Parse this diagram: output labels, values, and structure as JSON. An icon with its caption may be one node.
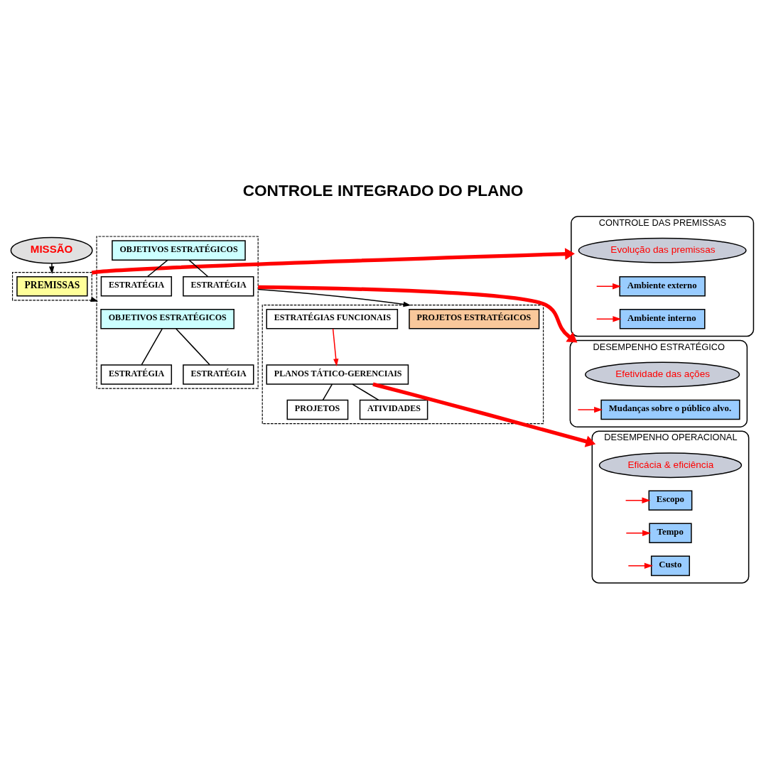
{
  "diagram": {
    "title": "CONTROLE INTEGRADO DO PLANO",
    "nodes": [
      {
        "text": [
          "MISSÃO"
        ]
      },
      {
        "text": [],
        "shape": "box"
      },
      {
        "text": [
          "PREMISSAS"
        ],
        "in": 1
      },
      {
        "text": [],
        "shape": "box"
      },
      {
        "text": [
          "OBJETIVOS ESTRATÉGICOS"
        ],
        "in": 3
      },
      {
        "text": [
          "ESTRATÉGIA"
        ],
        "in": 3
      },
      {
        "text": [
          "ESTRATÉGIA"
        ],
        "in": 3
      },
      {
        "text": [
          "OBJETIVOS ESTRATÉGICOS"
        ],
        "in": 3
      },
      {
        "text": [
          "ESTRATÉGIA"
        ],
        "in": 3
      },
      {
        "text": [
          "ESTRATÉGIA"
        ],
        "in": 3
      },
      {
        "text": [],
        "shape": "box"
      },
      {
        "text": [
          "PROJETOS ESTRATÉGICOS"
        ],
        "in": 10
      },
      {
        "text": [
          "ESTRATÉGIAS FUNCIONAIS"
        ],
        "in": 10
      },
      {
        "text": [
          "PLANOS TÁTICO-GERENCIAIS"
        ],
        "in": 10
      },
      {
        "text": [
          "PROJETOS"
        ],
        "in": 10
      },
      {
        "text": [
          "ATIVIDADES"
        ],
        "in": 10
      },
      {
        "text": [
          "CONTROLE DAS PREMISSAS"
        ]
      },
      {
        "text": [
          "Evolução das premissas"
        ],
        "in": 16
      },
      {
        "text": [
          "Ambiente externo"
        ],
        "in": 16
      },
      {
        "text": [
          "Ambiente interno"
        ],
        "in": 16
      },
      {
        "text": [
          "DESEMPENHO ESTRATÉGICO"
        ]
      },
      {
        "text": [
          "Efetividade das ações"
        ],
        "in": 20
      },
      {
        "text": [
          "Mudanças sobre o público alvo."
        ],
        "in": 20
      },
      {
        "text": [
          "DESEMPENHO OPERACIONAL"
        ]
      },
      {
        "text": [
          "Eficácia & eficiência"
        ],
        "in": 23
      },
      {
        "text": [
          "Escopo"
        ],
        "in": 23
      },
      {
        "text": [
          "Tempo"
        ],
        "in": 23
      },
      {
        "text": [
          "Custo"
        ],
        "in": 23
      }
    ],
    "edges": [
      {
        "from": 0,
        "to": 1,
        "arrow": "to",
        "color": "#000000"
      },
      {
        "from": 1,
        "to": 3,
        "arrow": "to",
        "color": "#000000"
      },
      {
        "from": 3,
        "to": 10,
        "arrow": "to",
        "color": "#000000"
      },
      {
        "from": 4,
        "to": 5,
        "arrow": "none",
        "color": "#000000"
      },
      {
        "from": 4,
        "to": 6,
        "arrow": "none",
        "color": "#000000"
      },
      {
        "from": 7,
        "to": 8,
        "arrow": "none",
        "color": "#000000"
      },
      {
        "from": 7,
        "to": 9,
        "arrow": "none",
        "color": "#000000"
      },
      {
        "from": 12,
        "to": 13,
        "arrow": "to",
        "color": "#ff0000"
      },
      {
        "from": 13,
        "to": 14,
        "arrow": "none",
        "color": "#000000"
      },
      {
        "from": 13,
        "to": 15,
        "arrow": "none",
        "color": "#000000"
      },
      {
        "from": 1,
        "to": 16,
        "arrow": "to",
        "style": "thick",
        "color": "#ff0000"
      },
      {
        "from": 3,
        "to": 20,
        "arrow": "to",
        "style": "thick",
        "color": "#ff0000"
      },
      {
        "from": 13,
        "to": 23,
        "arrow": "to",
        "style": "thick",
        "color": "#ff0000"
      },
      {
        "from": null,
        "to": 18,
        "arrow": "to",
        "color": "#ff0000"
      },
      {
        "from": null,
        "to": 19,
        "arrow": "to",
        "color": "#ff0000"
      },
      {
        "from": null,
        "to": 22,
        "arrow": "to",
        "color": "#ff0000"
      },
      {
        "from": null,
        "to": 25,
        "arrow": "to",
        "color": "#ff0000"
      },
      {
        "from": null,
        "to": 26,
        "arrow": "to",
        "color": "#ff0000"
      },
      {
        "from": null,
        "to": 27,
        "arrow": "to",
        "color": "#ff0000"
      }
    ]
  }
}
